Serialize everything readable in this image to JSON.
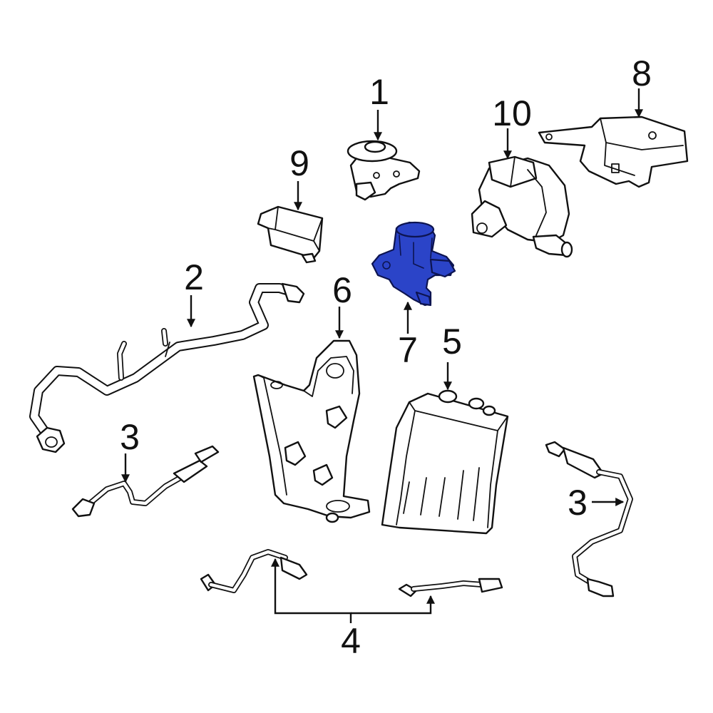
{
  "diagram": {
    "highlight_color": "#2b44c8",
    "callouts": {
      "c1": "1",
      "c2": "2",
      "c3a": "3",
      "c3b": "3",
      "c4": "4",
      "c5": "5",
      "c6": "6",
      "c7": "7",
      "c8": "8",
      "c9": "9",
      "c10": "10"
    }
  }
}
